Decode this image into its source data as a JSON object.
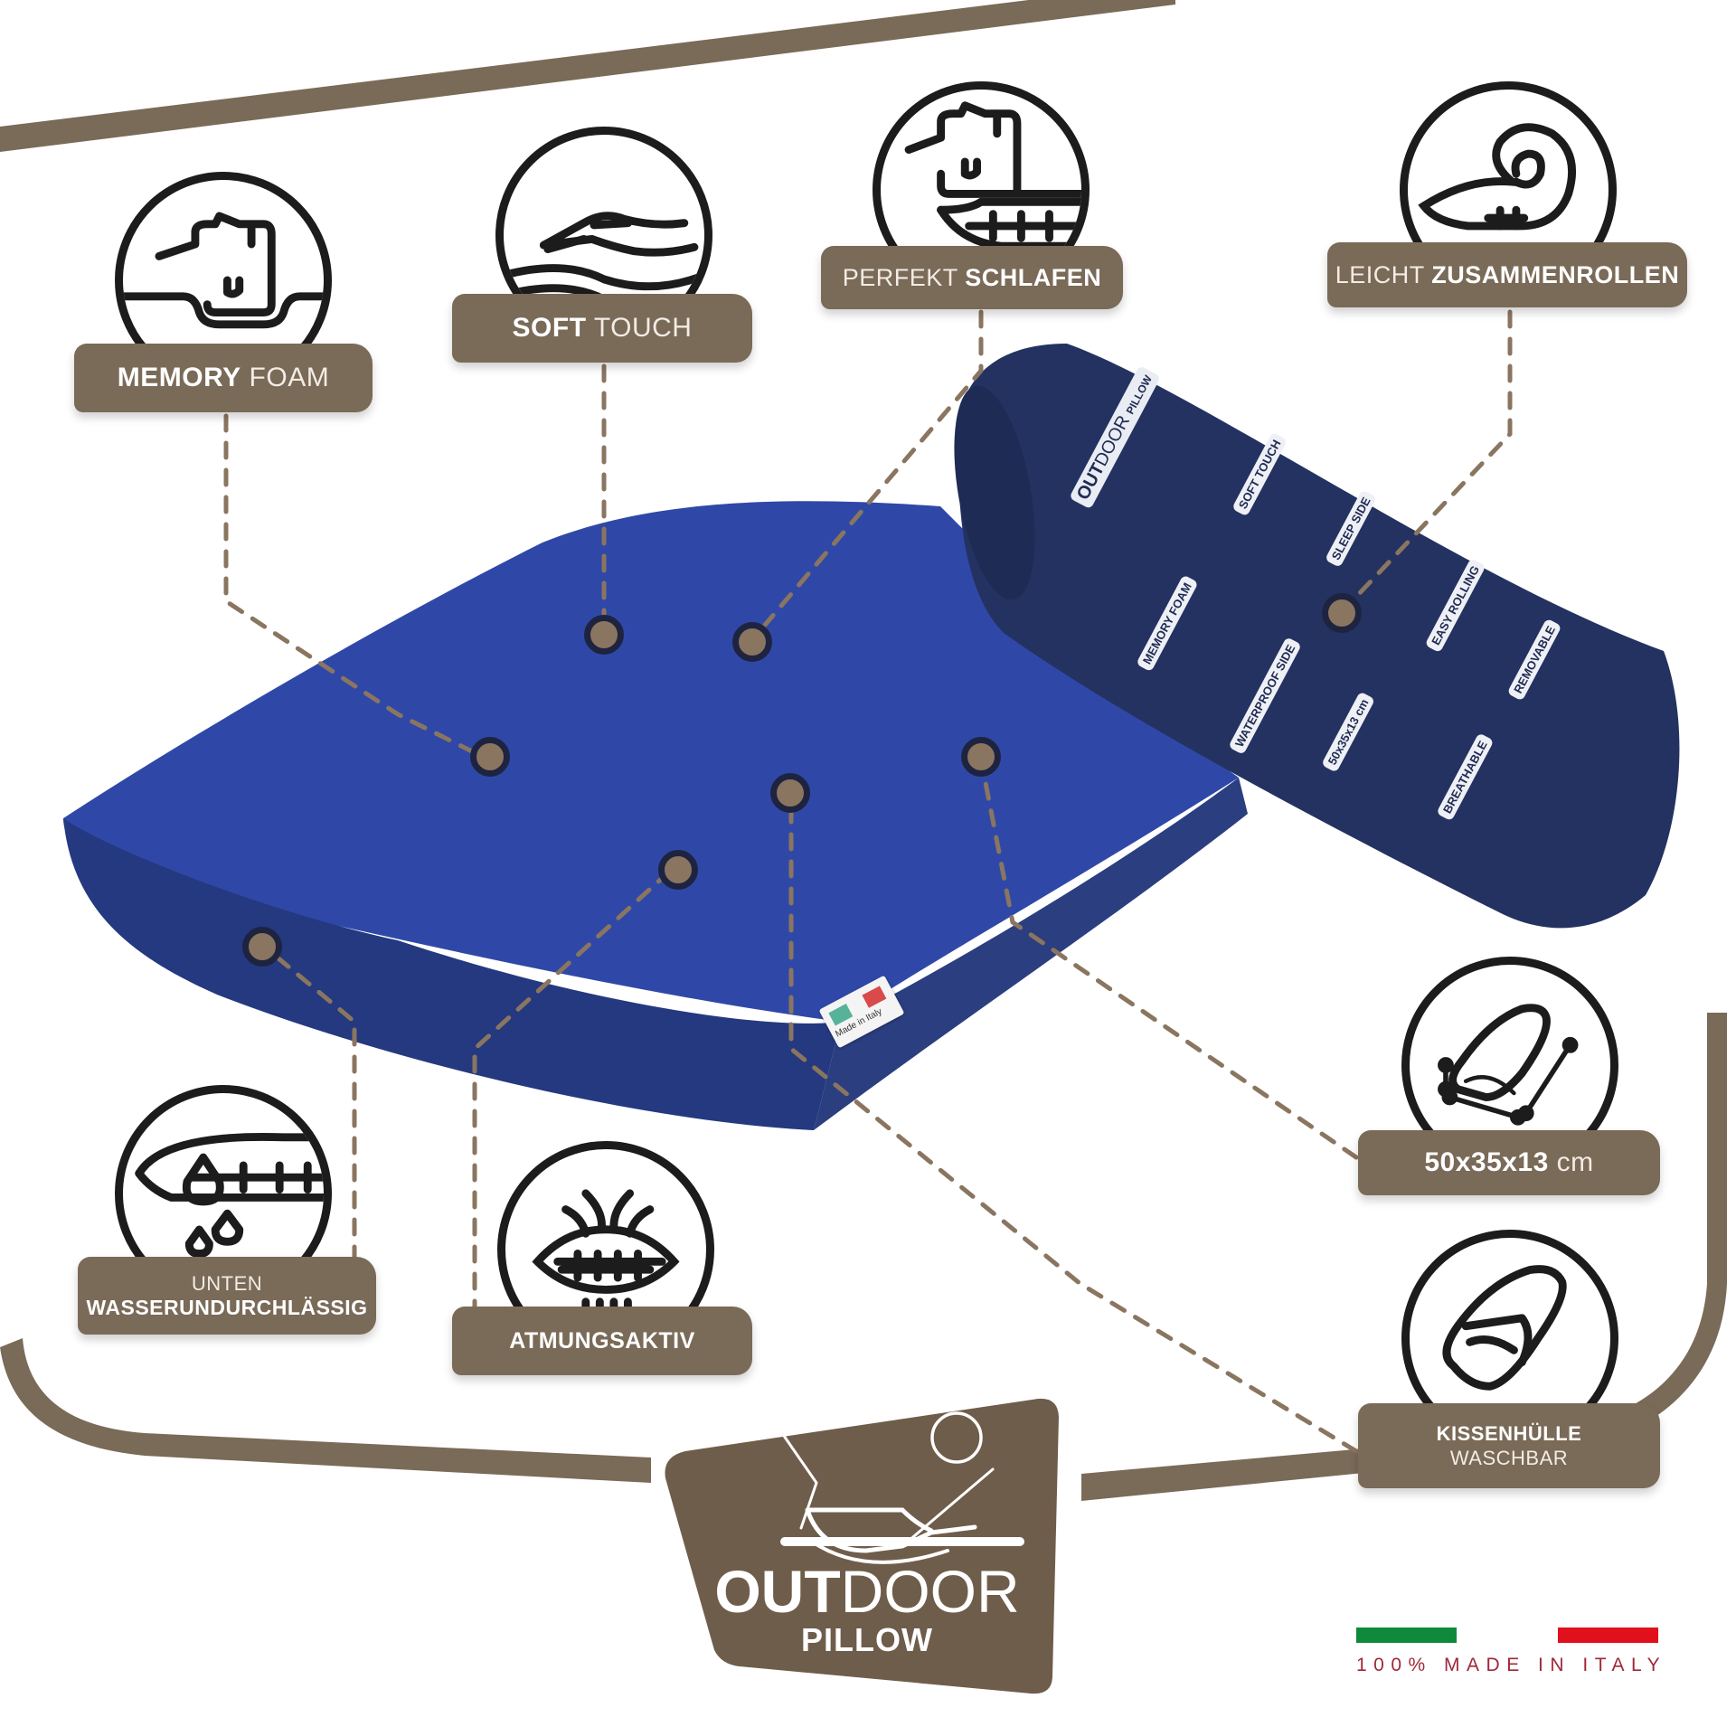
{
  "colors": {
    "brand_brown": "#7a6a58",
    "icon_stroke": "#1c1c1c",
    "pillow_blue": "#2f48a8",
    "pack_navy": "#233260",
    "italy_green": "#0f8a3c",
    "italy_red": "#e0101c",
    "italy_text": "#a0283a"
  },
  "features": [
    {
      "id": "memory-foam",
      "icon": "head-on-pillow-icon",
      "bold": "MEMORY",
      "light": "FOAM"
    },
    {
      "id": "soft-touch",
      "icon": "hand-on-waves-icon",
      "bold": "SOFT",
      "light": "TOUCH"
    },
    {
      "id": "perfekt-schlafen",
      "icon": "sleeping-head-icon",
      "light": "PERFEKT",
      "bold": "SCHLAFEN"
    },
    {
      "id": "leicht-zusammenrollen",
      "icon": "rolled-pillow-icon",
      "light": "LEICHT",
      "bold": "ZUSAMMENROLLEN"
    },
    {
      "id": "wasserundurchlaessig",
      "icon": "water-drops-pillow-icon",
      "light": "UNTEN",
      "bold": "WASSERUNDURCHLÄSSIG"
    },
    {
      "id": "atmungsaktiv",
      "icon": "breathable-pillow-icon",
      "bold": "ATMUNGSAKTIV"
    },
    {
      "id": "dimensions",
      "icon": "pillow-dimensions-icon",
      "bold": "50x35x13",
      "light": "cm"
    },
    {
      "id": "kissenhuelle",
      "icon": "removable-cover-icon",
      "bold": "KISSENHÜLLE",
      "light": "WASCHBAR"
    }
  ],
  "product": {
    "made_in_label": "Made in Italy",
    "pack": {
      "brand_bold": "OUT",
      "brand_light": "DOOR",
      "sub": "PILLOW",
      "labels": [
        "SOFT TOUCH",
        "SLEEP SIDE",
        "EASY ROLLING",
        "MEMORY FOAM",
        "WATERPROOF SIDE",
        "50x35x13 cm",
        "REMOVABLE",
        "BREATHABLE"
      ]
    }
  },
  "logo": {
    "brand_bold": "OUT",
    "brand_light": "DOOR",
    "sub": "PILLOW"
  },
  "footer": {
    "made_in": "100% MADE IN ITALY"
  }
}
